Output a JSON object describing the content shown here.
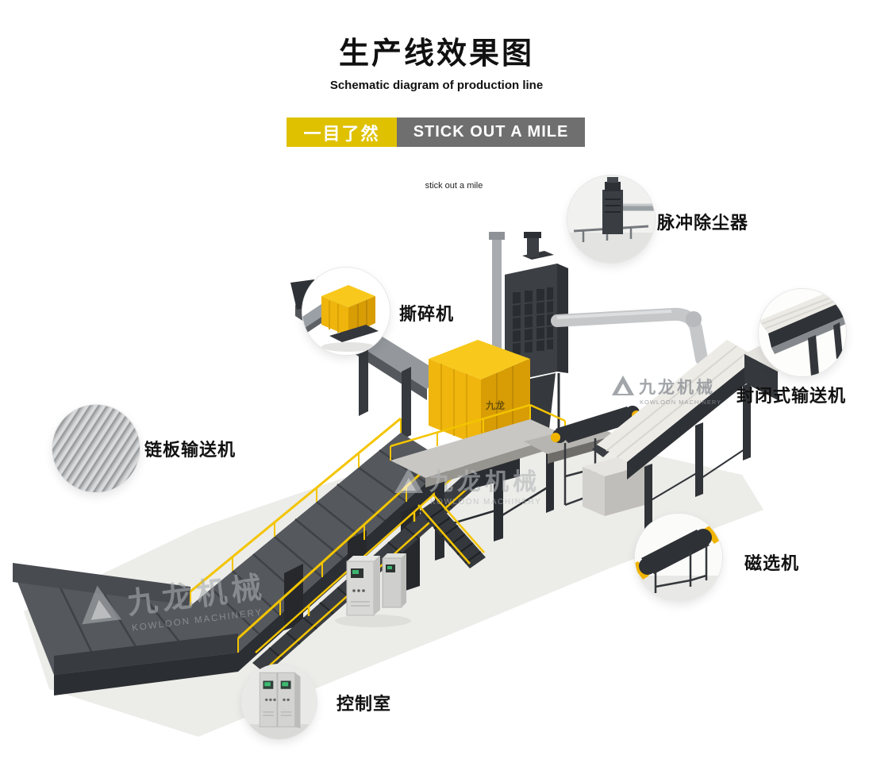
{
  "colors": {
    "accent_yellow": "#dfc100",
    "banner_gray": "#6f6f6f",
    "machine_yellow": "#f2b90d",
    "ink": "#141414"
  },
  "header": {
    "title": "生产线效果图",
    "subtitle": "Schematic diagram of production line",
    "banner_zh": "一目了然",
    "banner_en": "STICK OUT A MILE",
    "caption": "stick out a mile"
  },
  "callouts": [
    {
      "id": "pulse-dust-collector",
      "label": "脉冲除尘器"
    },
    {
      "id": "shredder",
      "label": "撕碎机"
    },
    {
      "id": "enclosed-conveyor",
      "label": "封闭式输送机"
    },
    {
      "id": "chain-plate-conveyor",
      "label": "链板输送机"
    },
    {
      "id": "magnetic-separator",
      "label": "磁选机"
    },
    {
      "id": "control-room",
      "label": "控制室"
    }
  ],
  "watermark": {
    "zh": "九龙机械",
    "en": "KOWLOON MACHINERY"
  },
  "machine_label": "九龙"
}
